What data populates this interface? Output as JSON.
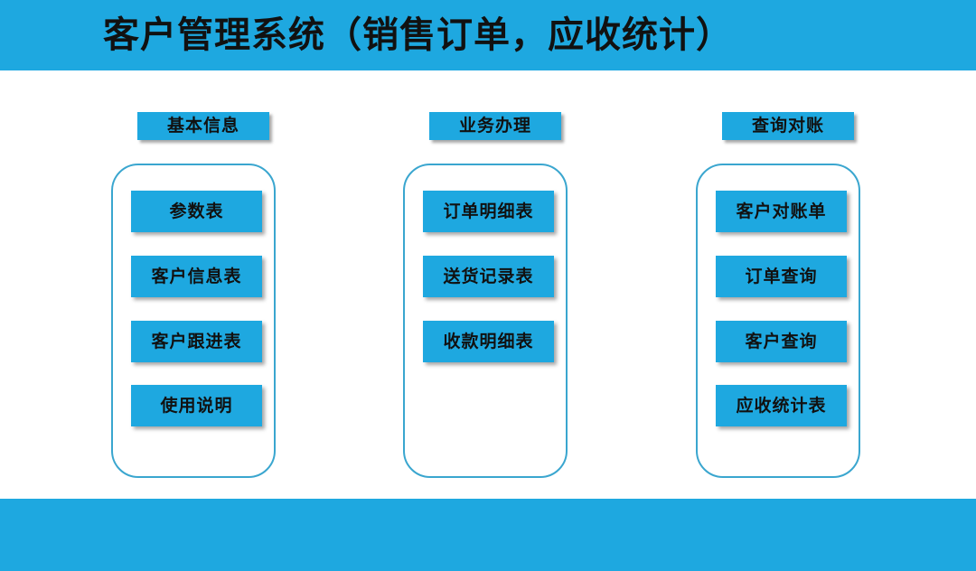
{
  "header": {
    "title": "客户管理系统（销售订单，应收统计）"
  },
  "sections": [
    {
      "title": "基本信息",
      "buttons": [
        "参数表",
        "客户信息表",
        "客户跟进表",
        "使用说明"
      ]
    },
    {
      "title": "业务办理",
      "buttons": [
        "订单明细表",
        "送货记录表",
        "收款明细表"
      ]
    },
    {
      "title": "查询对账",
      "buttons": [
        "客户对账单",
        "订单查询",
        "客户查询",
        "应收统计表"
      ]
    }
  ],
  "colors": {
    "accent": "#1ea8e0",
    "frame_border": "#3aa6cf",
    "text": "#111111",
    "background": "#ffffff"
  }
}
